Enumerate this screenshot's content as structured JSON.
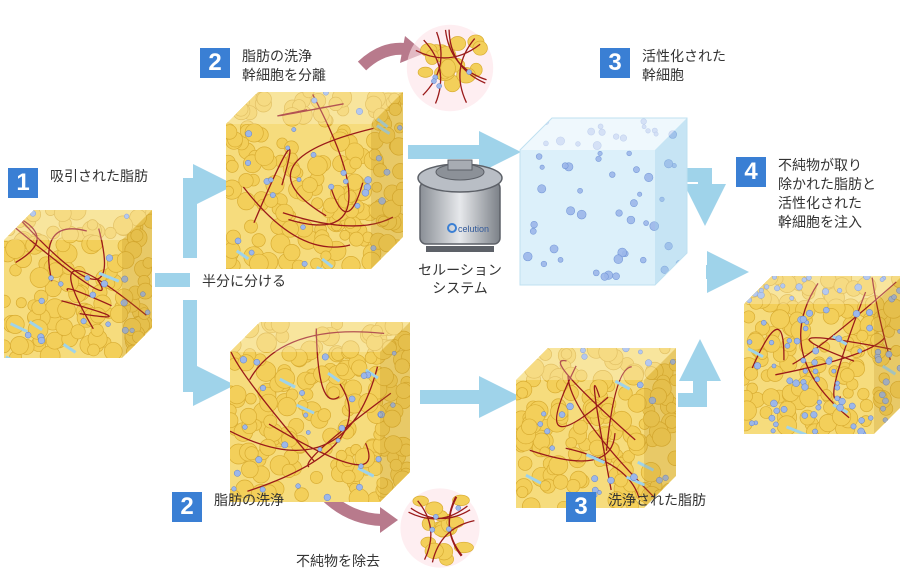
{
  "colors": {
    "badge": "#3a7fd4",
    "fat": "#f3cf5a",
    "fiber": "#9a1a1a",
    "arrow": "#9fd3ea",
    "purge_arrow": "#b87a8c",
    "cell": "#9cb7ea"
  },
  "steps": {
    "s1": {
      "num": "1",
      "lines": [
        "吸引された脂肪"
      ]
    },
    "s2a": {
      "num": "2",
      "lines": [
        "脂肪の洗浄",
        "幹細胞を分離"
      ]
    },
    "s3a": {
      "num": "3",
      "lines": [
        "活性化された",
        "幹細胞"
      ]
    },
    "s4": {
      "num": "4",
      "lines": [
        "不純物が取り",
        "除かれた脂肪と",
        "活性化された",
        "幹細胞を注入"
      ]
    },
    "s2b": {
      "num": "2",
      "lines": [
        "脂肪の洗浄"
      ]
    },
    "s3b": {
      "num": "3",
      "lines": [
        "洗浄された脂肪"
      ]
    }
  },
  "labels": {
    "split": "半分に分ける",
    "system_line1": "セルーション",
    "system_line2": "システム",
    "remove": "不純物を除去",
    "device_brand": "celution"
  }
}
